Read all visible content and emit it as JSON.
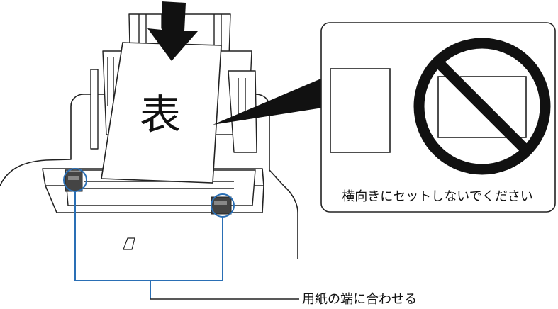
{
  "paper_face_label": "表",
  "callout_text": "横向きにセットしないでください",
  "guide_caption": "用紙の端に合わせる",
  "colors": {
    "outline": "#222222",
    "guide_line": "#2a6fb5",
    "background": "#ffffff"
  },
  "icons": [
    "down-arrow-icon",
    "prohibited-icon"
  ]
}
